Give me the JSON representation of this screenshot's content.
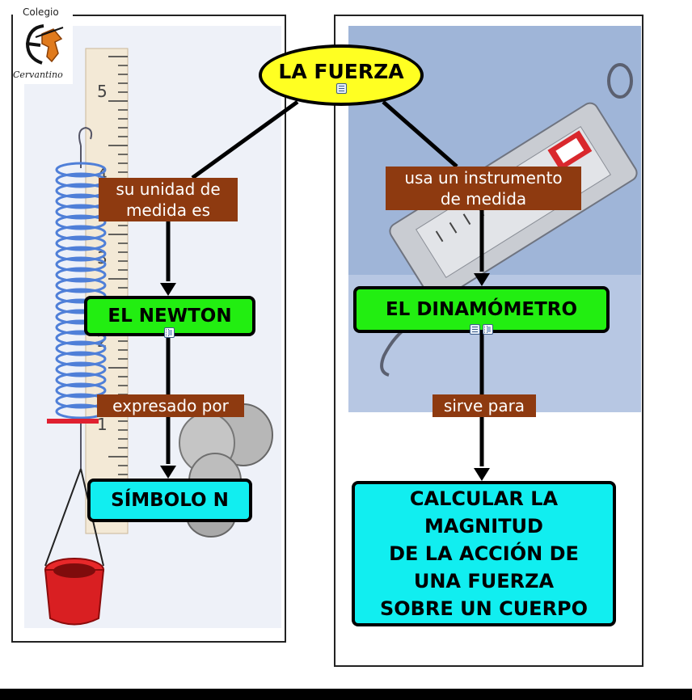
{
  "logo": {
    "top_text": "Colegio",
    "bottom_text": "Cervantino"
  },
  "concept_map": {
    "root": "LA FUERZA",
    "nodes": {
      "newton": "EL NEWTON",
      "simbolo": "SÍMBOLO N",
      "dinamometro": "EL DINAMÓMETRO",
      "calcular": "CALCULAR LA\nMAGNITUD\nDE LA ACCIÓN DE\nUNA FUERZA\nSOBRE UN CUERPO"
    },
    "links": {
      "unidad": "su unidad de\nmedida es",
      "expresado": "expresado por",
      "instrumento": "usa un instrumento\nde medida",
      "sirve": "sirve para"
    }
  },
  "ruler_ticks": [
    "5",
    "4",
    "3",
    "2",
    "1"
  ],
  "colors": {
    "root_fill": "#ffff22",
    "green_node": "#22ee11",
    "cyan_node": "#11eef0",
    "link_label": "#8e3a10"
  },
  "icons": {
    "root": "document-icon",
    "newton": "film-icon",
    "dinamometro": [
      "document-icon",
      "film-icon"
    ]
  }
}
